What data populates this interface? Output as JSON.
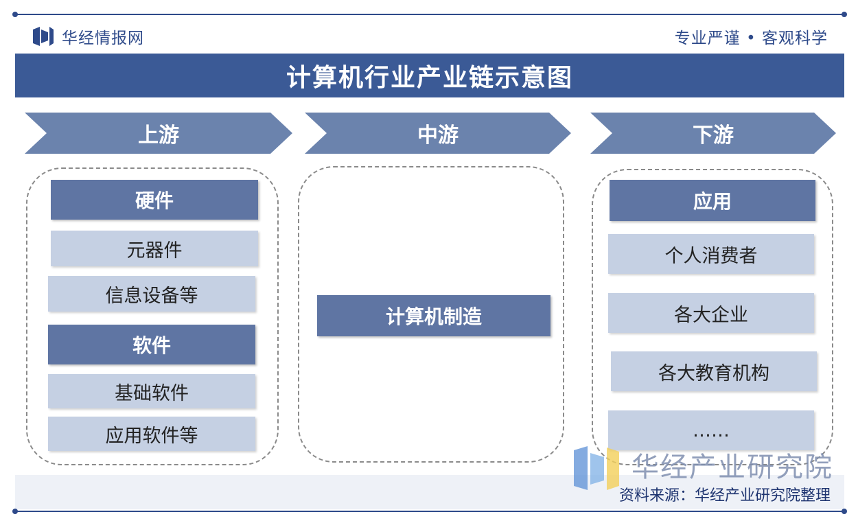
{
  "header": {
    "brand": "华经情报网",
    "slogan": "专业严谨 • 客观科学"
  },
  "title": "计算机行业产业链示意图",
  "stages": {
    "upstream": {
      "label": "上游",
      "groups": [
        {
          "heading": "硬件",
          "items": [
            "元器件",
            "信息设备等"
          ]
        },
        {
          "heading": "软件",
          "items": [
            "基础软件",
            "应用软件等"
          ]
        }
      ]
    },
    "midstream": {
      "label": "中游",
      "item": "计算机制造"
    },
    "downstream": {
      "label": "下游",
      "heading": "应用",
      "items": [
        "个人消费者",
        "各大企业",
        "各大教育机构",
        "……"
      ]
    }
  },
  "watermark": {
    "name": "华经产业研究院"
  },
  "source": "资料来源：华经产业研究院整理",
  "colors": {
    "primary": "#2e4a8a",
    "banner": "#3b5a96",
    "chevron": "#6b83ad",
    "dark_box": "#5f75a3",
    "light_box": "#c5d0e3"
  }
}
